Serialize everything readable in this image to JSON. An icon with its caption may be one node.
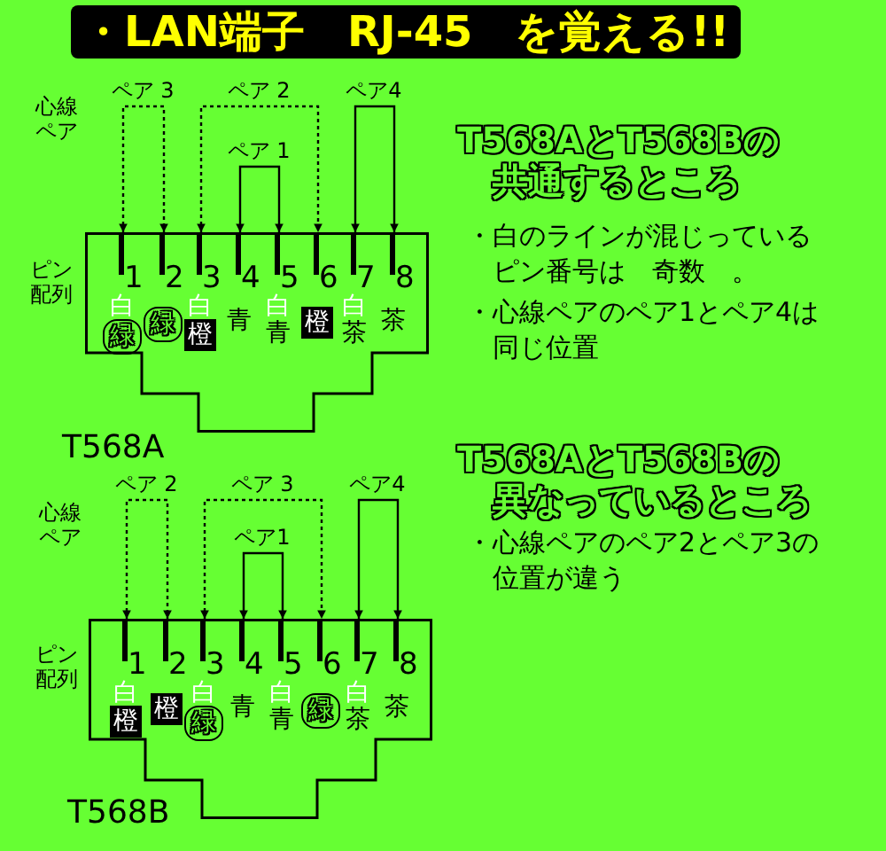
{
  "diagram": {
    "title": "・LAN端子　RJ-45　を覚える!!",
    "nodes": [
      {
        "text": [],
        "shape": "box"
      },
      {
        "text": [
          "1",
          "白",
          "緑"
        ],
        "in": 0
      },
      {
        "text": [
          "2",
          "緑"
        ],
        "in": 0
      },
      {
        "text": [
          "3",
          "白",
          "橙"
        ],
        "in": 0
      },
      {
        "text": [
          "4",
          "青"
        ],
        "in": 0
      },
      {
        "text": [
          "5",
          "白",
          "青"
        ],
        "in": 0
      },
      {
        "text": [
          "6",
          "橙"
        ],
        "in": 0
      },
      {
        "text": [
          "7",
          "白",
          "茶"
        ],
        "in": 0
      },
      {
        "text": [
          "8",
          "茶"
        ],
        "in": 0
      },
      {
        "text": [],
        "shape": "box"
      },
      {
        "text": [
          "1",
          "白",
          "橙"
        ],
        "in": 9
      },
      {
        "text": [
          "2",
          "橙"
        ],
        "in": 9
      },
      {
        "text": [
          "3",
          "白",
          "緑"
        ],
        "in": 9
      },
      {
        "text": [
          "4",
          "青"
        ],
        "in": 9
      },
      {
        "text": [
          "5",
          "白",
          "青"
        ],
        "in": 9
      },
      {
        "text": [
          "6",
          "緑"
        ],
        "in": 9
      },
      {
        "text": [
          "7",
          "白",
          "茶"
        ],
        "in": 9
      },
      {
        "text": [
          "8",
          "茶"
        ],
        "in": 9
      }
    ],
    "edges": [
      {
        "from": 1,
        "to": 2,
        "arrow": "both",
        "label": "ペア 3",
        "style": "dashed"
      },
      {
        "from": 3,
        "to": 6,
        "arrow": "both",
        "label": "ペア 2",
        "style": "dashed"
      },
      {
        "from": 4,
        "to": 5,
        "arrow": "both",
        "label": "ペア 1"
      },
      {
        "from": 7,
        "to": 8,
        "arrow": "both",
        "label": "ペア4"
      },
      {
        "from": 10,
        "to": 11,
        "arrow": "both",
        "label": "ペア 2",
        "style": "dashed"
      },
      {
        "from": 12,
        "to": 15,
        "arrow": "both",
        "label": "ペア 3",
        "style": "dashed"
      },
      {
        "from": 13,
        "to": 14,
        "arrow": "both",
        "label": "ペア1"
      },
      {
        "from": 16,
        "to": 17,
        "arrow": "both",
        "label": "ペア4"
      }
    ],
    "labels": [
      "心線ペア",
      "ピン配列",
      "T568A",
      "心線ペア",
      "ピン配列",
      "T568B",
      "T568AとT568Bの共通するところ",
      "・白のラインが混じっているピン番号は　奇数　。",
      "・心線ペアのペア1とペア4は同じ位置",
      "T568AとT568Bの異なっているところ",
      "・心線ペアのペア2とペア3の位置が違う"
    ]
  }
}
